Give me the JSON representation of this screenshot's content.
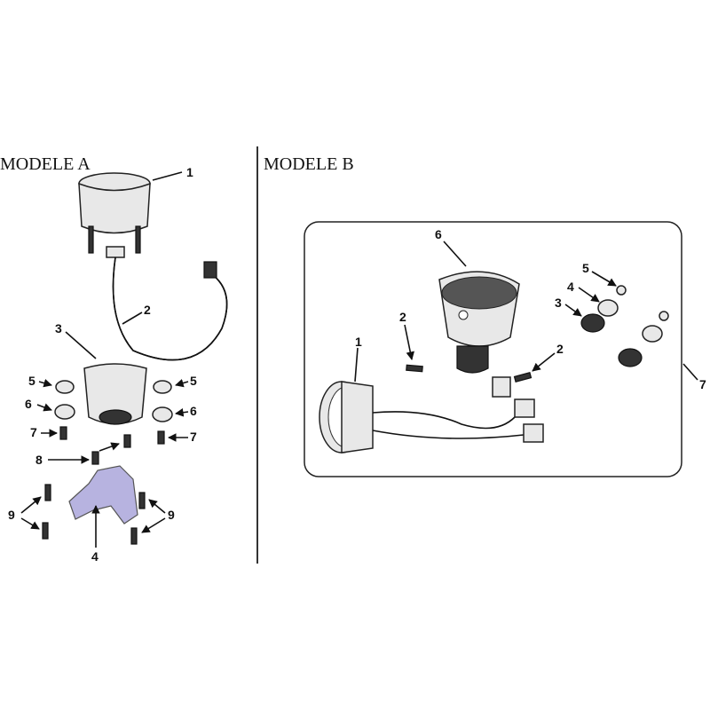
{
  "model_a": {
    "title": "MODELE A",
    "callouts": [
      "1",
      "2",
      "3",
      "5",
      "5",
      "6",
      "6",
      "7",
      "7",
      "8",
      "9",
      "9",
      "4"
    ]
  },
  "model_b": {
    "title": "MODELE B",
    "callouts": [
      "6",
      "2",
      "1",
      "2",
      "5",
      "4",
      "3",
      "7"
    ]
  },
  "colors": {
    "bracket": "#b7b3e0",
    "line": "#111111"
  }
}
